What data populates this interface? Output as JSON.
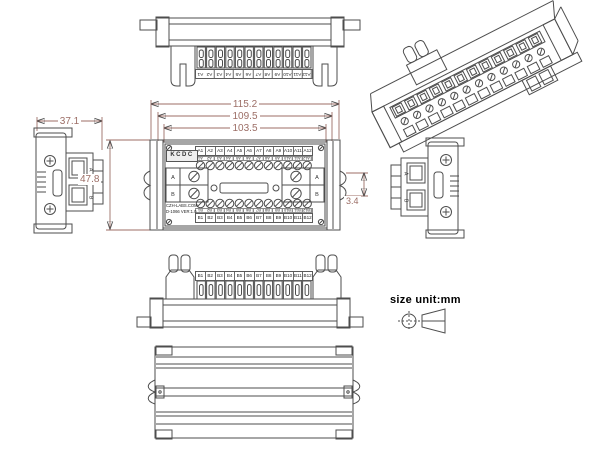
{
  "meta": {
    "size_note": "size unit:mm"
  },
  "colors": {
    "line": "#4d4d4d",
    "dimension": "#9c6e66",
    "background": "#ffffff"
  },
  "brand": {
    "logo": "KCDC",
    "website": "CZH-LABS.COM",
    "model": "D-1066 VER:1.0"
  },
  "dimensions": {
    "overall_width": "115.2",
    "mount_width": "109.5",
    "inner_width": "103.5",
    "height": "47.8",
    "depth": "37.1",
    "notch_depth": "3.4"
  },
  "terminals": {
    "a_labels": [
      "A1",
      "A2",
      "A3",
      "A4",
      "A5",
      "A6",
      "A7",
      "A8",
      "A9",
      "A10",
      "A11",
      "A12"
    ],
    "b_labels": [
      "B1",
      "B2",
      "B3",
      "B4",
      "B5",
      "B6",
      "B7",
      "B8",
      "B9",
      "B10",
      "B11",
      "B12"
    ],
    "side_a": "A",
    "side_b": "B"
  }
}
